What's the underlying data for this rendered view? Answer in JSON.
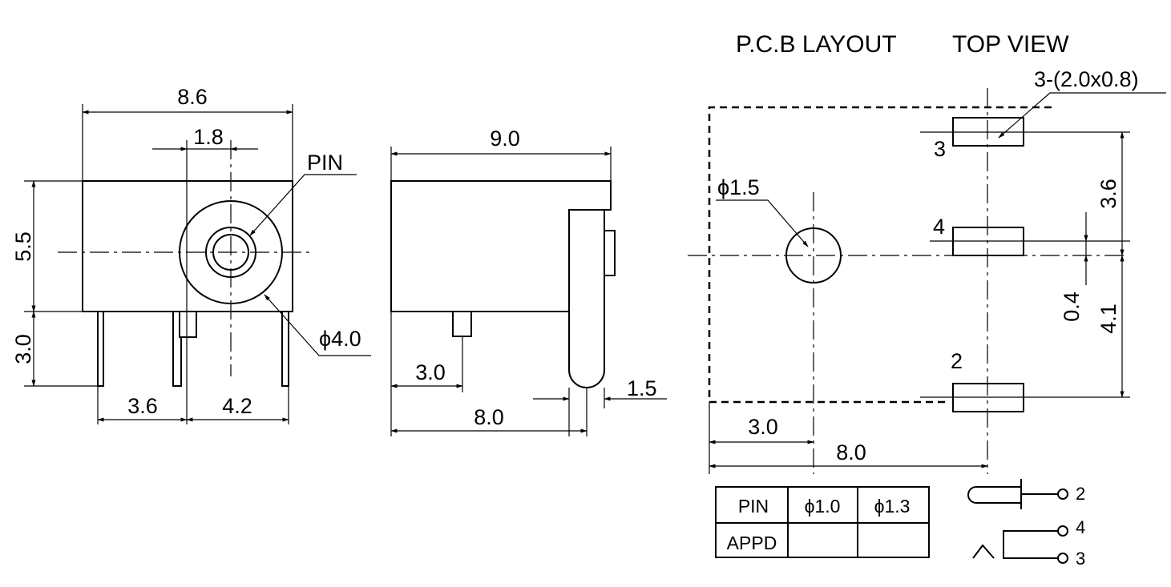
{
  "headers": {
    "pcb_layout": "P.C.B LAYOUT",
    "top_view": "TOP VIEW"
  },
  "front_view": {
    "width": "8.6",
    "center_offset": "1.8",
    "pin_label": "PIN",
    "body_height": "5.5",
    "pin_length": "3.0",
    "outer_diameter": "ϕ4.0",
    "pin_spacing_left": "3.6",
    "pin_spacing_right": "4.2"
  },
  "side_view": {
    "length": "9.0",
    "pin_offset": "3.0",
    "overall_pin_span": "8.0",
    "pin_width": "1.5"
  },
  "pcb": {
    "slot_spec": "3-(2.0x0.8)",
    "hole_diameter": "ϕ1.5",
    "pad_3": "3",
    "pad_4": "4",
    "pad_2": "2",
    "dim_vertical_top": "3.6",
    "dim_vertical_mid": "0.4",
    "dim_vertical_bottom": "4.1",
    "dim_hole_offset": "3.0",
    "dim_total_width": "8.0"
  },
  "table": {
    "headers": [
      "PIN",
      "ϕ1.0",
      "ϕ1.3"
    ],
    "rows": [
      [
        "APPD",
        "",
        ""
      ]
    ]
  },
  "schematic": {
    "terminal_2": "2",
    "terminal_4": "4",
    "terminal_3": "3"
  }
}
